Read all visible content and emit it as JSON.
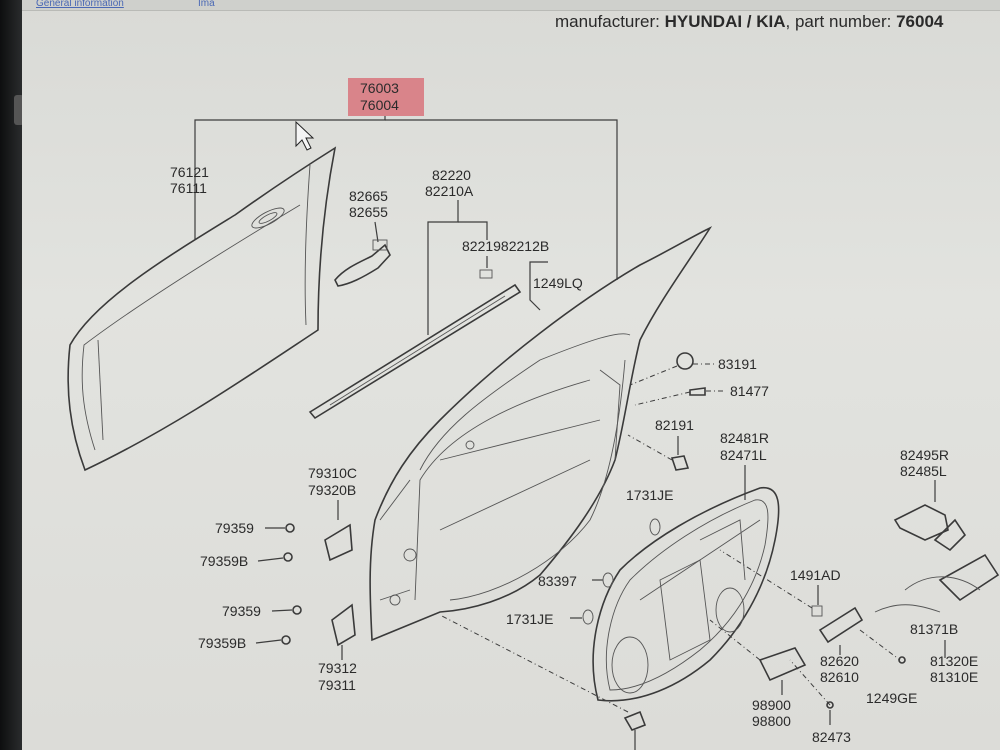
{
  "tabs": [
    "General information",
    "Ima"
  ],
  "header": {
    "manufacturer_label": "manufacturer:",
    "manufacturer_value": "HYUNDAI / KIA",
    "part_label": ", part number:",
    "part_value": "76004"
  },
  "diagram": {
    "highlight_labels": [
      "76003",
      "76004"
    ],
    "labels": {
      "l76121": "76121",
      "l76111": "76111",
      "l82665": "82665",
      "l82655": "82655",
      "l82220": "82220",
      "l82210A": "82210A",
      "l82219": "8221982212B",
      "l1249LQ": "1249LQ",
      "l83191": "83191",
      "l81477": "81477",
      "l82191": "82191",
      "l82481R": "82481R",
      "l82471L": "82471L",
      "l82495R": "82495R",
      "l82485L": "82485L",
      "l79310C": "79310C",
      "l79320B": "79320B",
      "l1731JE_a": "1731JE",
      "l1731JE_b": "1731JE",
      "l79359_a": "79359",
      "l79359B_a": "79359B",
      "l79359_b": "79359",
      "l79359B_b": "79359B",
      "l83397": "83397",
      "l1491AD": "1491AD",
      "l79312": "79312",
      "l79311": "79311",
      "l82620": "82620",
      "l82610": "82610",
      "l81371B": "81371B",
      "l81320E": "81320E",
      "l81310E": "81310E",
      "l1249GE": "1249GE",
      "l98900": "98900",
      "l98800": "98800",
      "l82473": "82473"
    },
    "highlight_color": "#d9848a"
  }
}
